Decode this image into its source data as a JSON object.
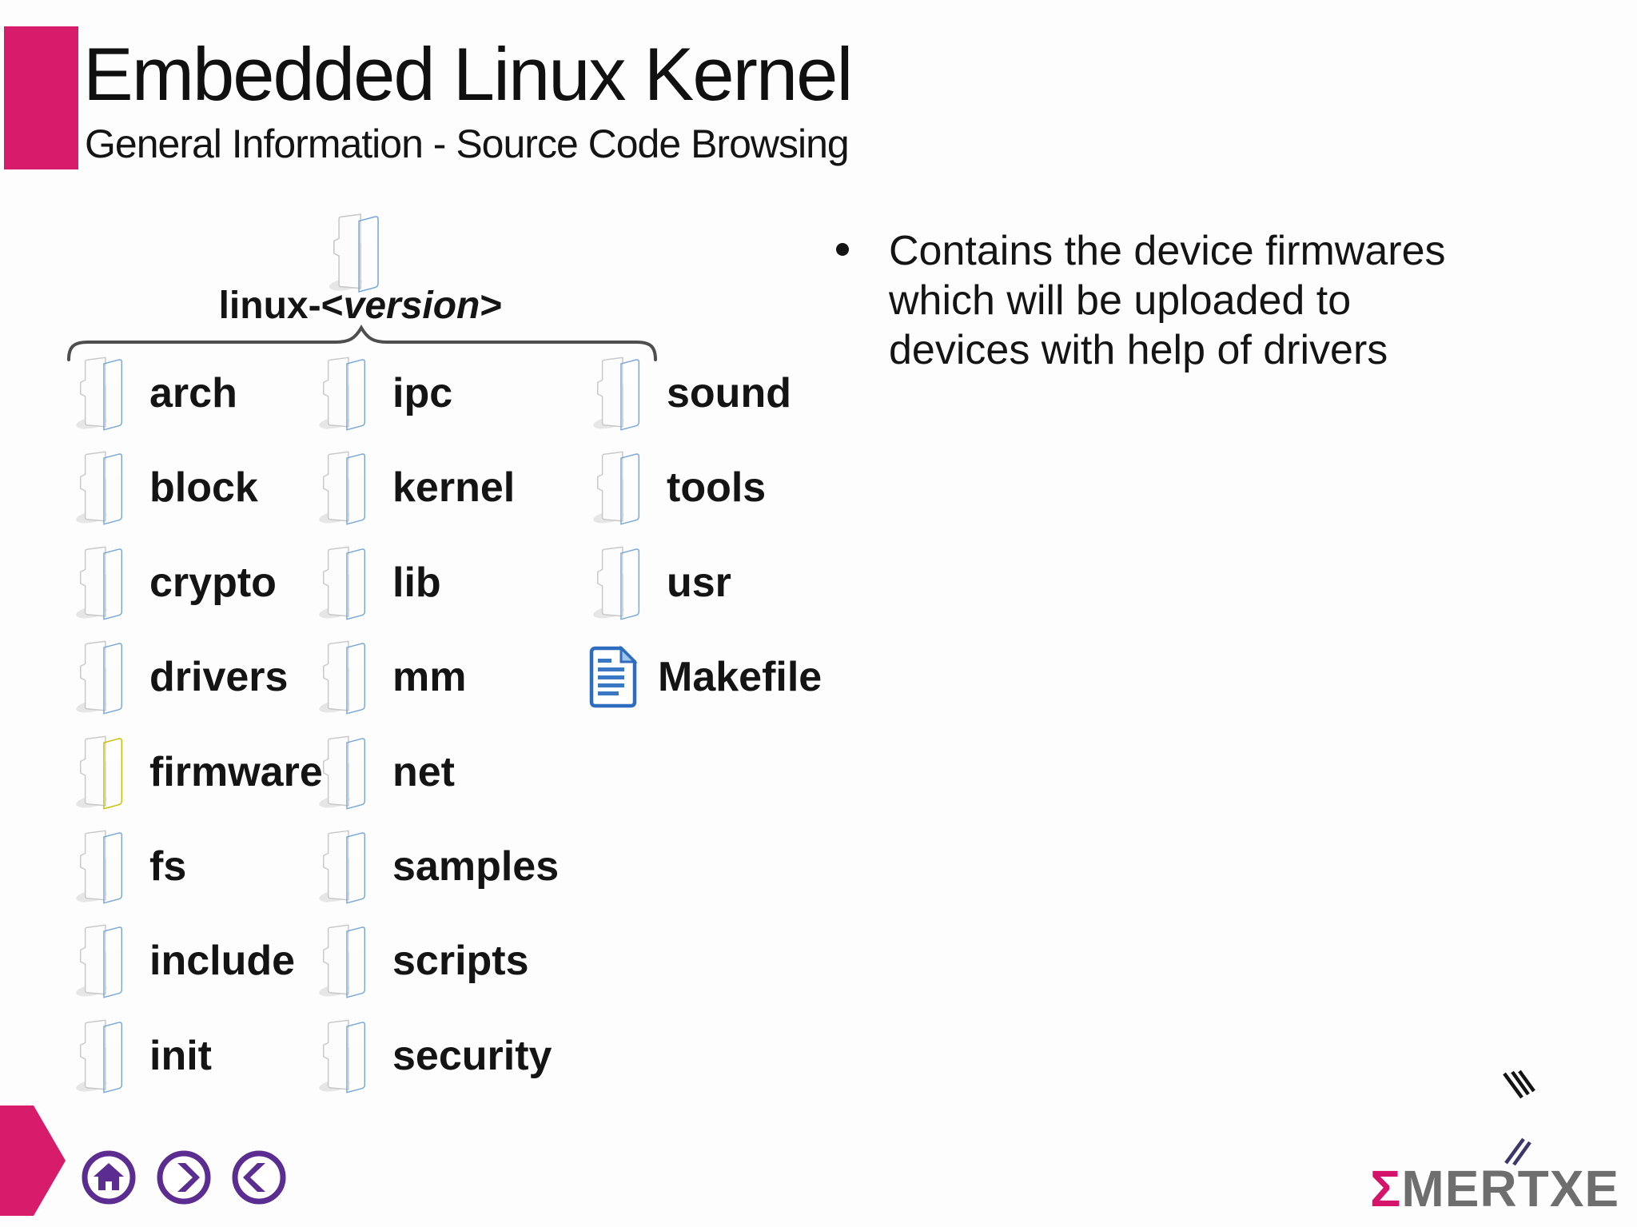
{
  "header": {
    "title": "Embedded Linux Kernel",
    "subtitle": "General Information - Source Code Browsing"
  },
  "tree": {
    "root": {
      "prefix": "linux-<",
      "version": "version",
      "suffix": ">"
    },
    "columns": [
      {
        "items": [
          "arch",
          "block",
          "crypto",
          "drivers",
          "firmware",
          "fs",
          "include",
          "init"
        ]
      },
      {
        "items": [
          "ipc",
          "kernel",
          "lib",
          "mm",
          "net",
          "samples",
          "scripts",
          "security"
        ]
      },
      {
        "items": [
          "sound",
          "tools",
          "usr"
        ]
      }
    ],
    "file_item": "Makefile",
    "highlighted_item": "firmware"
  },
  "bullet": {
    "lines": [
      "Contains the device firmwares",
      "which will be uploaded to",
      "devices with help of drivers"
    ]
  },
  "nav": {
    "home": "home",
    "next": "next",
    "previous": "previous"
  },
  "logo": {
    "sigma": "Σ",
    "text": "MERTXE"
  },
  "colors": {
    "accent_pink": "#d81c6c",
    "nav_purple": "#5c2d91",
    "banner_gradient_start": "#c80766",
    "banner_gradient_end": "#5c3ea8",
    "folder_blue": "#7fb3e2",
    "folder_highlight_yellow": "#e8e013",
    "file_blue": "#2e6dbd",
    "logo_sigma_pink": "#d6136b",
    "logo_text_gray": "#6e6e6e"
  }
}
